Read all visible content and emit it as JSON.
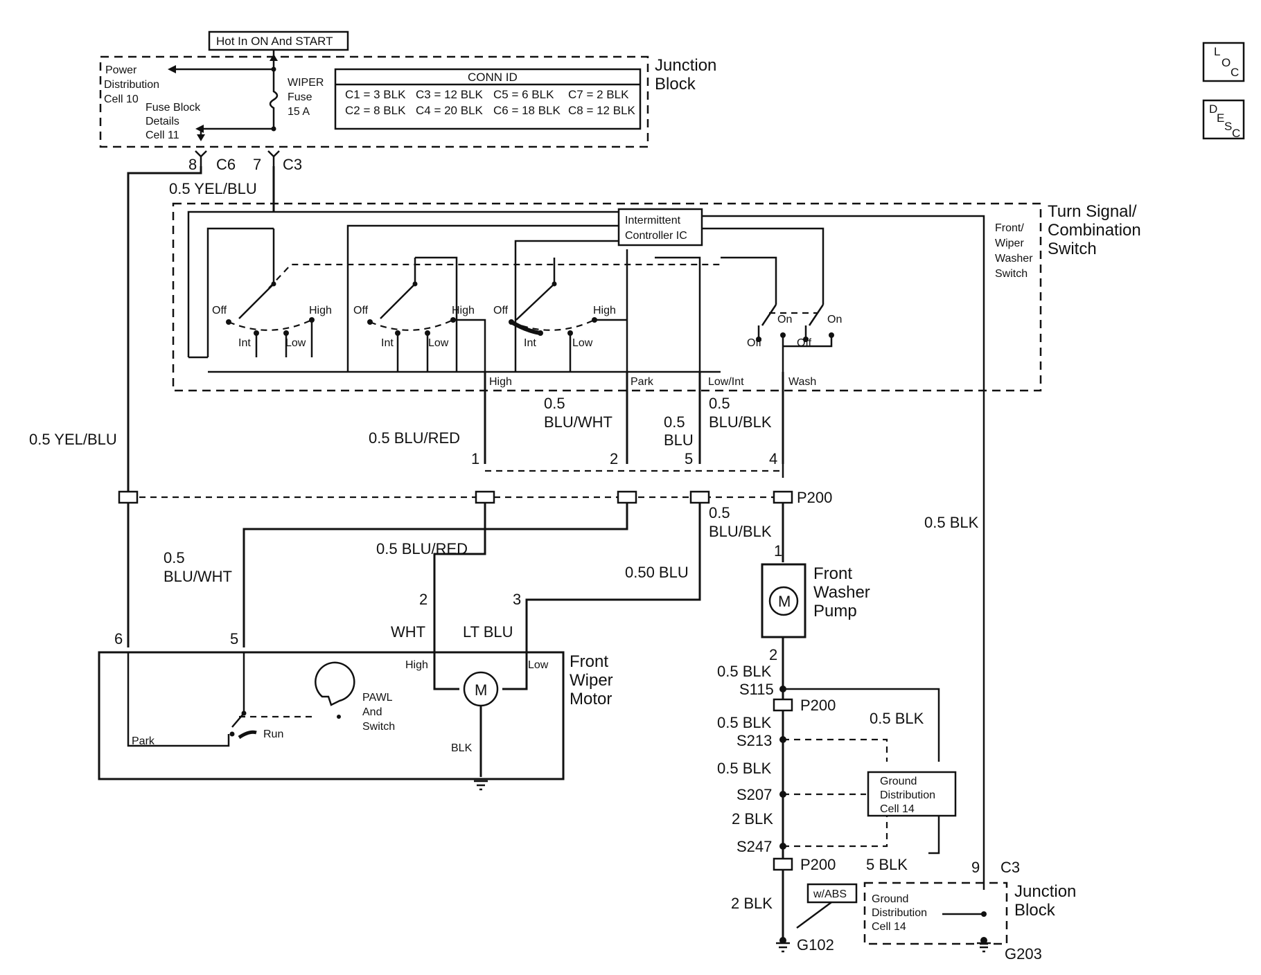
{
  "hot_label": "Hot In ON And START",
  "top_left": {
    "power": [
      "Power",
      "Distribution",
      "Cell 10"
    ],
    "fuse_block": [
      "Fuse Block",
      "Details",
      "Cell 11"
    ],
    "fuse": [
      "WIPER",
      "Fuse",
      "15 A"
    ]
  },
  "conn_id": {
    "title": "CONN ID",
    "row1": [
      "C1 = 3 BLK",
      "C3 = 12 BLK",
      "C5 = 6 BLK",
      "C7 = 2 BLK"
    ],
    "row2": [
      "C2 = 8 BLK",
      "C4 = 20 BLK",
      "C6 = 18 BLK",
      "C8 = 12 BLK"
    ]
  },
  "junction_block": [
    "Junction",
    "Block"
  ],
  "loc_icon": {
    "main": "L",
    "sub1": "O",
    "sub2": "C"
  },
  "desc_icon": {
    "main": "D",
    "sub1": "E",
    "sub2": "S",
    "sub3": "C"
  },
  "conn_top": {
    "p8": "8",
    "c6": "C6",
    "p7": "7",
    "c3": "C3"
  },
  "wire_yel_blu": "0.5 YEL/BLU",
  "turn_signal": [
    "Turn Signal/",
    "Combination",
    "Switch"
  ],
  "front_wiper_washer_switch": [
    "Front/",
    "Wiper",
    "Washer",
    "Switch"
  ],
  "intermittent": [
    "Intermittent",
    "Controller IC"
  ],
  "switch_labels": {
    "off": "Off",
    "high": "High",
    "int": "Int",
    "low": "Low",
    "on": "On",
    "high_out": "High",
    "park_out": "Park",
    "lowint_out": "Low/Int",
    "wash_out": "Wash"
  },
  "wires": {
    "blu_wht_top": [
      "0.5",
      "BLU/WHT"
    ],
    "blu_blk_top": [
      "0.5",
      "BLU/BLK"
    ],
    "blu_mid": [
      "0.5",
      "BLU"
    ],
    "blu_red_top": "0.5 BLU/RED",
    "yel_blu_left": "0.5 YEL/BLU",
    "blk_right": "0.5 BLK",
    "blu_blk_mid": [
      "0.5",
      "BLU/BLK"
    ],
    "blu_wht_left": [
      "0.5",
      "BLU/WHT"
    ],
    "blu_red_mid": "0.5 BLU/RED",
    "blu_050": "0.50 BLU",
    "wht": "WHT",
    "lt_blu": "LT BLU",
    "blk_s115": "0.5 BLK",
    "blk_s213": "0.5 BLK",
    "blk_s207": "0.5 BLK",
    "blk_right2": "0.5 BLK",
    "blk_2_s247": "2 BLK",
    "blk_5": "5 BLK",
    "blk_2_g102": "2 BLK",
    "blk_motor": "BLK"
  },
  "pins": {
    "p1": "1",
    "p2": "2",
    "p5": "5",
    "p4": "4",
    "pump1": "1",
    "pump2": "2",
    "motor2": "2",
    "motor3": "3",
    "motor6": "6",
    "motor5": "5",
    "jb9": "9",
    "jb_c3": "C3"
  },
  "p200": "P200",
  "washer_pump": [
    "Front",
    "Washer",
    "Pump"
  ],
  "motor_m": "M",
  "wiper_motor": [
    "Front",
    "Wiper",
    "Motor"
  ],
  "motor_labels": {
    "high": "High",
    "low": "Low",
    "park": "Park",
    "run": "Run",
    "blk": "BLK"
  },
  "pawl": [
    "PAWL",
    "And",
    "Switch"
  ],
  "splices": {
    "s115": "S115",
    "s213": "S213",
    "s207": "S207",
    "s247": "S247"
  },
  "ground_dist": [
    "Ground",
    "Distribution",
    "Cell 14"
  ],
  "ground_dist2": [
    "Ground",
    "Distribution",
    "Cell 14"
  ],
  "w_abs": "w/ABS",
  "junction_block2": [
    "Junction",
    "Block"
  ],
  "g102": "G102",
  "g203": "G203"
}
